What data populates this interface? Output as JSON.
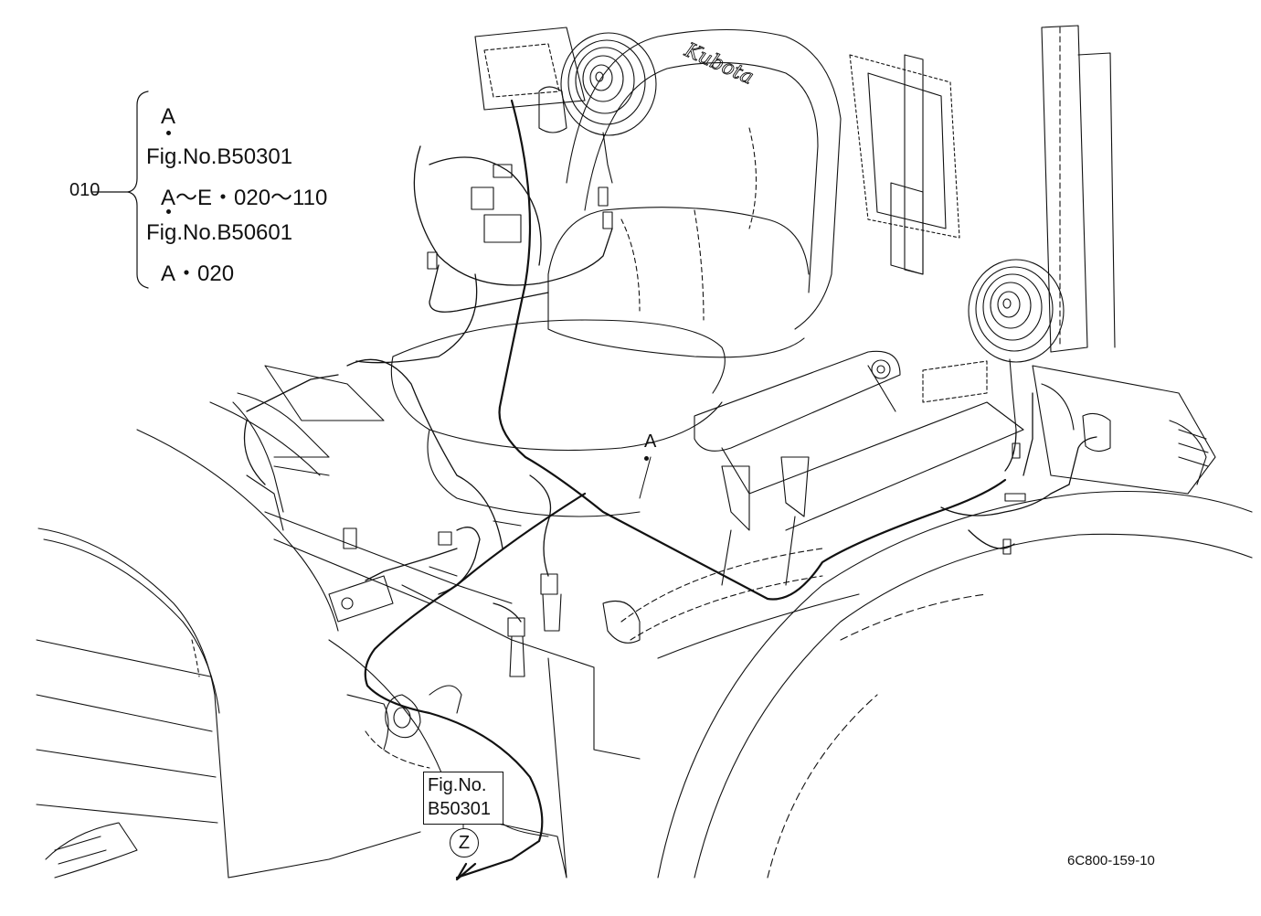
{
  "reference": {
    "item": "010",
    "line1": "A",
    "line2": "Fig.No.B50301",
    "line3": "A～E・020～110",
    "line4": "Fig.No.B50601",
    "line5": "A・020"
  },
  "label_a": "A",
  "callout": {
    "line1": "Fig.No.",
    "line2": "B50301",
    "zone": "Z"
  },
  "brand_logo": "Kubota",
  "drawing_number": "6C800-159-10"
}
